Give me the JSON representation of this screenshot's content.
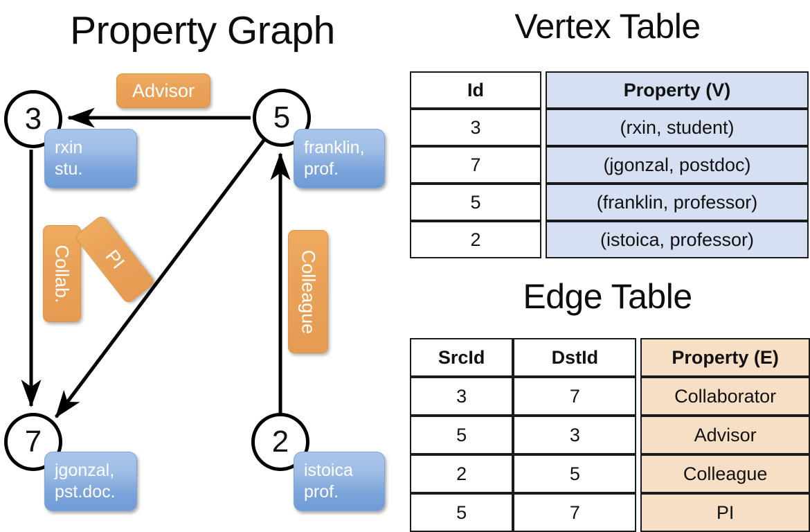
{
  "titles": {
    "property_graph": "Property Graph",
    "vertex_table": "Vertex Table",
    "edge_table": "Edge Table"
  },
  "graph": {
    "nodes": [
      {
        "id": "3",
        "name": "rxin",
        "role": "stu.",
        "label_text": "rxin\nstu."
      },
      {
        "id": "5",
        "name": "franklin",
        "role": "prof.",
        "label_text": "franklin,\nprof."
      },
      {
        "id": "7",
        "name": "jgonzal",
        "role": "pst.doc.",
        "label_text": "jgonzal,\npst.doc."
      },
      {
        "id": "2",
        "name": "istoica",
        "role": "prof.",
        "label_text": "istoica\nprof."
      }
    ],
    "edge_labels": [
      {
        "name": "advisor",
        "text": "Advisor",
        "src": "5",
        "dst": "3"
      },
      {
        "name": "collab",
        "text": "Collab.",
        "src": "3",
        "dst": "7"
      },
      {
        "name": "pi",
        "text": "PI",
        "src": "5",
        "dst": "7"
      },
      {
        "name": "colleague",
        "text": "Colleague",
        "src": "2",
        "dst": "5"
      }
    ]
  },
  "vertex_table": {
    "headers": [
      "Id",
      "Property (V)"
    ],
    "rows": [
      {
        "id": "3",
        "property": "(rxin, student)"
      },
      {
        "id": "7",
        "property": "(jgonzal, postdoc)"
      },
      {
        "id": "5",
        "property": "(franklin, professor)"
      },
      {
        "id": "2",
        "property": "(istoica, professor)"
      }
    ]
  },
  "edge_table": {
    "headers": [
      "SrcId",
      "DstId",
      "Property (E)"
    ],
    "rows": [
      {
        "src": "3",
        "dst": "7",
        "property": "Collaborator"
      },
      {
        "src": "5",
        "dst": "3",
        "property": "Advisor"
      },
      {
        "src": "2",
        "dst": "5",
        "property": "Colleague"
      },
      {
        "src": "5",
        "dst": "7",
        "property": "PI"
      }
    ]
  },
  "colors": {
    "vertex_property_fill": "#d6e0f2",
    "edge_property_fill": "#f7dfc5",
    "node_bubble_blue": "#7ba4da",
    "edge_label_orange": "#e9a158",
    "stroke": "#000000"
  }
}
